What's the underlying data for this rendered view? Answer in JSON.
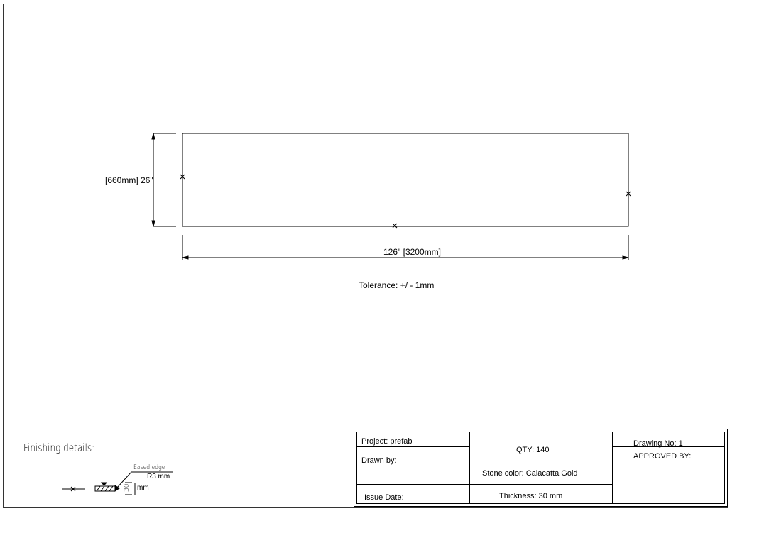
{
  "part": {
    "height_label": "[660mm] 26\"",
    "width_label": "126\" [3200mm]",
    "tolerance": "Tolerance: +/ - 1mm"
  },
  "finishing": {
    "title": "Finishing details:",
    "edge_name": "Eased edge",
    "radius": "R3 mm",
    "thickness_value": "30",
    "thickness_unit": "mm"
  },
  "title_block": {
    "project": "Project: prefab",
    "drawn_by": "Drawn by:",
    "issue_date": "Issue Date:",
    "qty": "QTY: 140",
    "stone_color": "Stone color: Calacatta Gold",
    "thickness": "Thickness: 30 mm",
    "drawing_no": "Drawing No:  1",
    "approved_by": "APPROVED BY:"
  }
}
